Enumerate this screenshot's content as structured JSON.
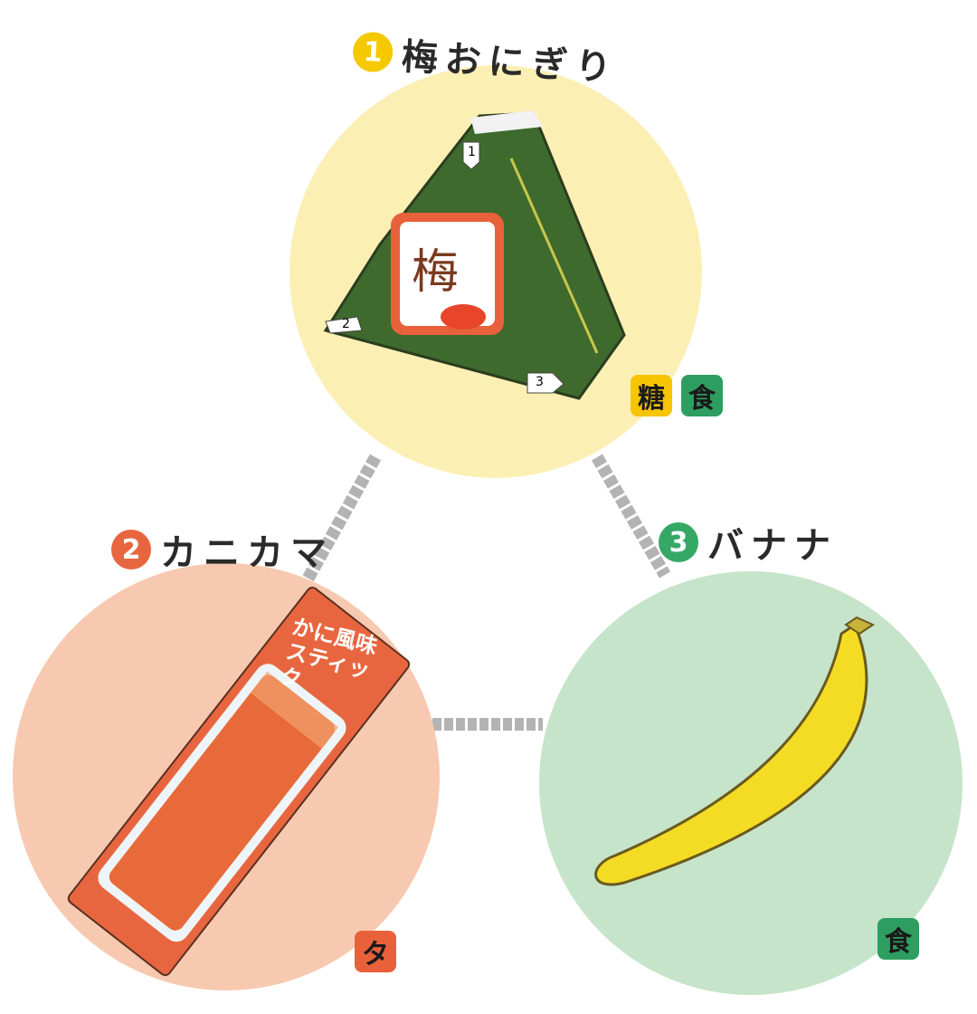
{
  "items": [
    {
      "number": "1",
      "name": "梅おにぎり",
      "badges": [
        {
          "label": "糖",
          "color": "#f6c400"
        },
        {
          "label": "食",
          "color": "#2e9e60"
        }
      ],
      "circle_color": "#fcefb4",
      "number_color": "#f5c800"
    },
    {
      "number": "2",
      "name": "カニカマ",
      "badges": [
        {
          "label": "タ",
          "color": "#e8613a"
        }
      ],
      "circle_color": "#f7c9b0",
      "number_color": "#e8663f"
    },
    {
      "number": "3",
      "name": "バナナ",
      "badges": [
        {
          "label": "食",
          "color": "#2e9e60"
        }
      ],
      "circle_color": "#c6e4c9",
      "number_color": "#35a865"
    }
  ],
  "illustrations": {
    "onigiri_label": "梅",
    "onigiri_steps": [
      "1",
      "2",
      "3"
    ],
    "kanikama_package_label": "かに風味スティック"
  }
}
